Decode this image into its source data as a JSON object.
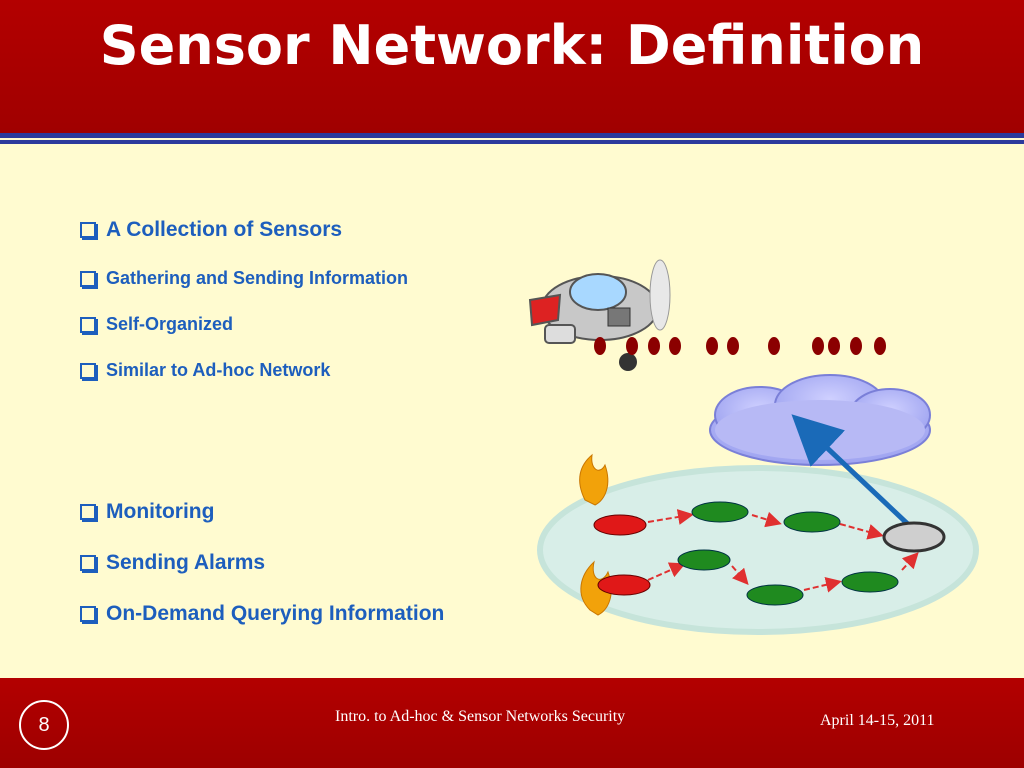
{
  "slide": {
    "title": "Sensor Network: Definition",
    "bullets_top": [
      {
        "text": "A Collection of Sensors",
        "size": "big"
      },
      {
        "text": "Gathering and Sending Information",
        "size": "small"
      },
      {
        "text": "Self-Organized",
        "size": "small"
      },
      {
        "text": "Similar to Ad-hoc Network",
        "size": "small"
      }
    ],
    "bullets_bottom": [
      {
        "text": "Monitoring"
      },
      {
        "text": "Sending Alarms"
      },
      {
        "text": "On-Demand Querying Information"
      }
    ]
  },
  "footer": {
    "page_number": "8",
    "title": "Intro. to Ad-hoc & Sensor Networks Security",
    "date": "April 14-15, 2011"
  },
  "colors": {
    "header_red": "#b30000",
    "stripe_blue": "#2c3a9c",
    "background_cream": "#fffbd0",
    "bullet_blue": "#1d5ebd",
    "sensor_green": "#1f8a1f",
    "sensor_red": "#e01818"
  }
}
